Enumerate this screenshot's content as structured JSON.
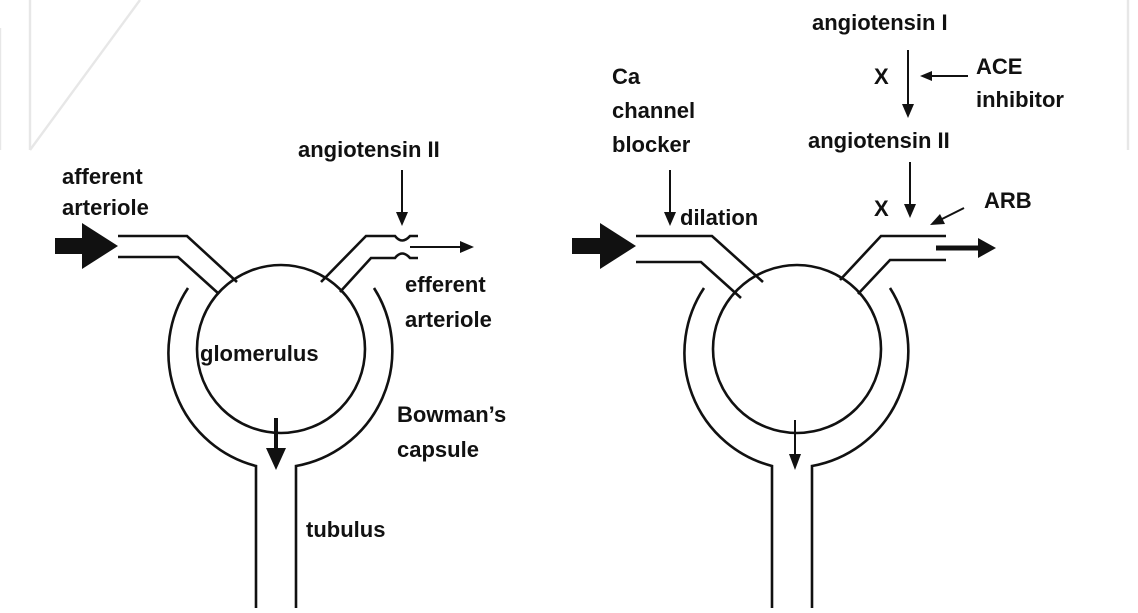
{
  "left_panel": {
    "afferent_label": [
      "afferent",
      "arteriole"
    ],
    "angiotensin_label": "angiotensin II",
    "efferent_label": [
      "efferent",
      "arteriole"
    ],
    "glomerulus_label": "glomerulus",
    "capsule_label": [
      "Bowman’s",
      "capsule"
    ],
    "tubulus_label": "tubulus"
  },
  "right_panel": {
    "angiotensin_i_label": "angiotensin I",
    "ace_label": [
      "ACE",
      "inhibitor"
    ],
    "block_mark_1": "X",
    "angiotensin_ii_label": "angiotensin II",
    "block_mark_2": "X",
    "arb_label": "ARB",
    "ca_label": [
      "Ca",
      "channel",
      "blocker"
    ],
    "dilation_label": "dilation"
  },
  "colors": {
    "ink": "#111111",
    "background": "#ffffff",
    "watermark": "#e7e7e7"
  }
}
